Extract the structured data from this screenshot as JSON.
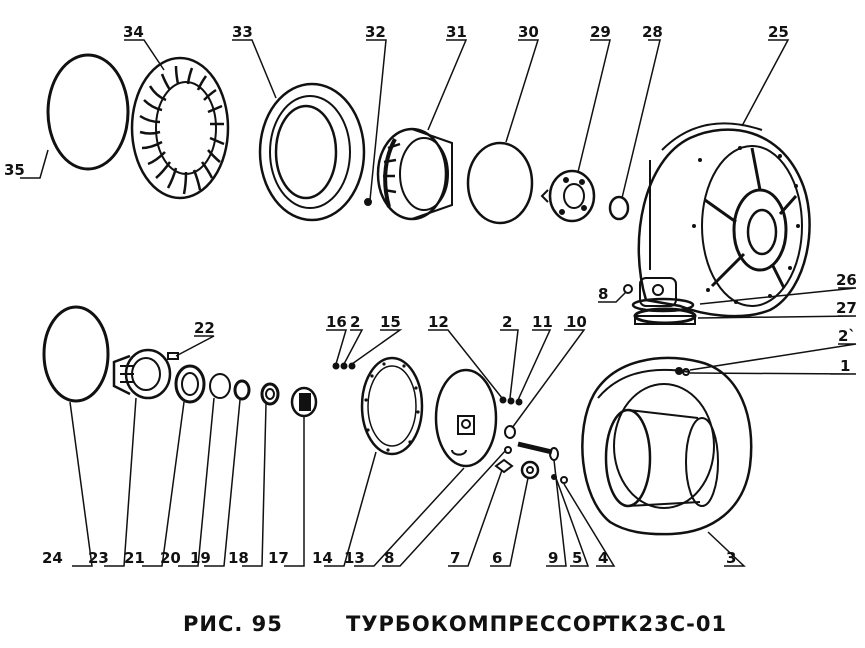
{
  "caption": {
    "figure": "РИС. 95",
    "title": "ТУРБОКОМПРЕССОР",
    "model": "ТК23С-01"
  },
  "callouts": {
    "c1": "1",
    "c2a": "2",
    "c2b": "2",
    "c2c": "2`",
    "c3": "3",
    "c4": "4",
    "c5": "5",
    "c6": "6",
    "c7": "7",
    "c8a": "8",
    "c8b": "8",
    "c9": "9",
    "c10": "10",
    "c11": "11",
    "c12": "12",
    "c13": "13",
    "c14": "14",
    "c15": "15",
    "c16": "16",
    "c17": "17",
    "c18": "18",
    "c19": "19",
    "c20": "20",
    "c21": "21",
    "c22": "22",
    "c23": "23",
    "c24": "24",
    "c25": "25",
    "c26": "26",
    "c27": "27",
    "c28": "28",
    "c29": "29",
    "c30": "30",
    "c31": "31",
    "c32": "32",
    "c33": "33",
    "c34": "34",
    "c35": "35"
  }
}
